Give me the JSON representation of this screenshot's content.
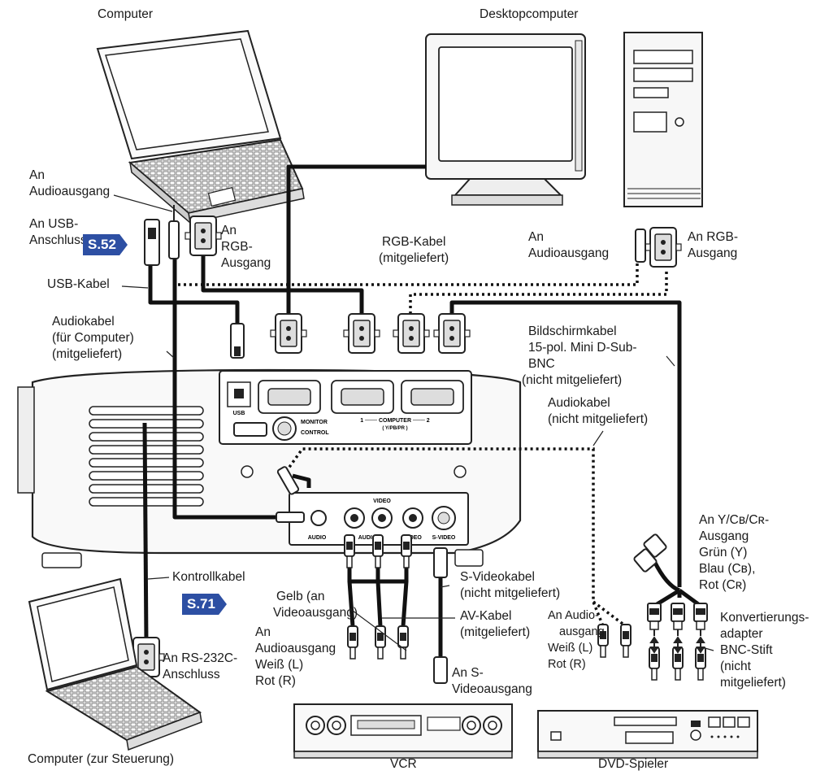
{
  "devices": {
    "computer": "Computer",
    "desktop": "Desktopcomputer",
    "control_computer": "Computer (zur Steuerung)",
    "vcr": "VCR",
    "dvd": "DVD-Spieler"
  },
  "labels": {
    "an_audioausgang_left": [
      "An",
      "Audioausgang"
    ],
    "an_usb": [
      "An USB-",
      "Anschluss"
    ],
    "an_rgb_left": [
      "An",
      "RGB-",
      "Ausgang"
    ],
    "usb_kabel": "USB-Kabel",
    "rgb_kabel": [
      "RGB-Kabel",
      "(mitgeliefert)"
    ],
    "an_audioausgang_right": [
      "An",
      "Audioausgang"
    ],
    "an_rgb_right": [
      "An RGB-",
      "Ausgang"
    ],
    "audiokabel_computer": [
      "Audiokabel",
      "(für Computer)",
      "(mitgeliefert)"
    ],
    "bildschirmkabel": [
      "Bildschirmkabel",
      "15-pol. Mini D-Sub-",
      "BNC",
      "(nicht mitgeliefert)"
    ],
    "audiokabel_nicht": [
      "Audiokabel",
      "(nicht mitgeliefert)"
    ],
    "an_ycbcr": [
      "An Y/Cʙ/Cʀ-",
      "Ausgang",
      "Grün (Y)",
      "Blau (Cʙ),",
      "Rot (Cʀ)"
    ],
    "kontrollkabel": "Kontrollkabel",
    "s_videokabel": [
      "S-Videokabel",
      "(nicht mitgeliefert)"
    ],
    "gelb": [
      "Gelb (an",
      "Videoausgang)"
    ],
    "av_kabel": [
      "AV-Kabel",
      "(mitgeliefert)"
    ],
    "an_audioausgang_vcr": [
      "An",
      "Audioausgang",
      "Weiß (L)",
      "Rot (R)"
    ],
    "an_s_videoausgang": [
      "An S-",
      "Videoausgang"
    ],
    "an_audio_dvd": [
      "An Audio-",
      "ausgang",
      "Weiß (L)",
      "Rot (R)"
    ],
    "konvertierung": [
      "Konvertierungs-",
      "adapter",
      "BNC-Stift",
      "(nicht",
      "mitgeliefert)"
    ],
    "an_rs232c": [
      "An RS-232C-",
      "Anschluss"
    ]
  },
  "badges": {
    "s52": "S.52",
    "s71": "S.71"
  },
  "panel": {
    "usb": "USB",
    "monitor": "MONITOR",
    "control": "CONTROL",
    "computer": "1 ─── COMPUTER ─── 2",
    "ypbpr": "( Y/PB/PR )",
    "video": "VIDEO",
    "audio1": "AUDIO",
    "audio2": "AUDIO",
    "video_jack": "VIDEO",
    "s_video": "S-VIDEO"
  },
  "colors": {
    "badge": "#2d4fa3",
    "ink": "#1a1a1a",
    "device_fill": "#f4f4f4"
  }
}
